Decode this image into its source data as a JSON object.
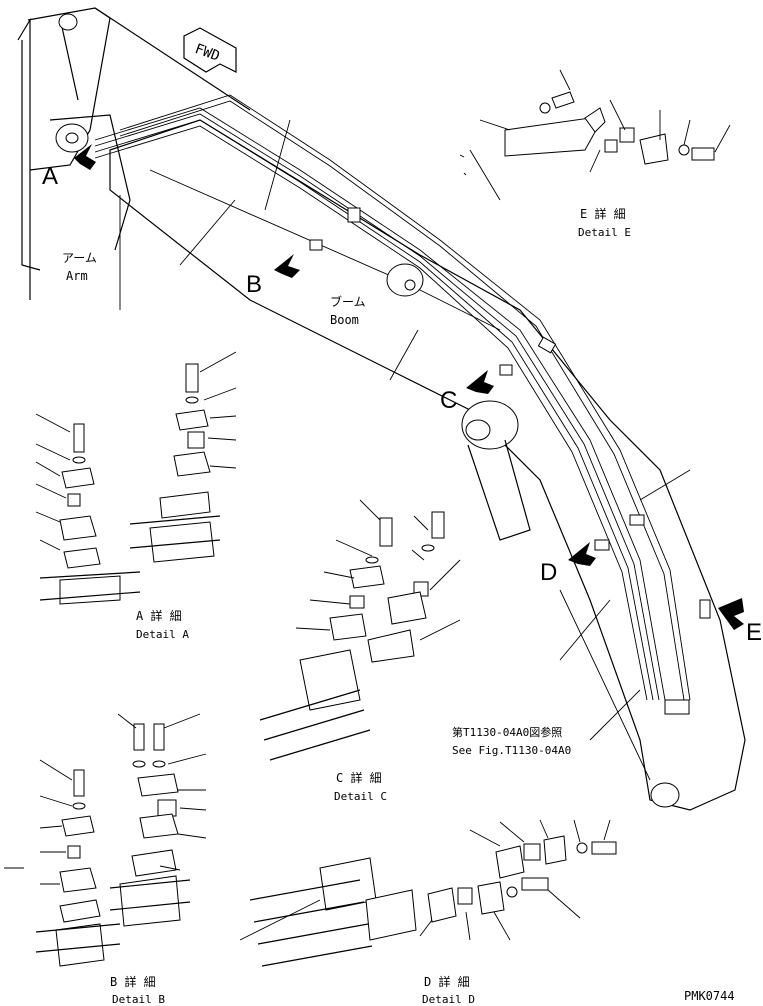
{
  "fwd": "FWD",
  "callouts": {
    "a": "A",
    "b": "B",
    "c": "C",
    "d": "D",
    "e": "E"
  },
  "arm": {
    "jp": "アーム",
    "en": "Arm"
  },
  "boom": {
    "jp": "ブーム",
    "en": "Boom"
  },
  "detail_a": {
    "jp": "A 詳 細",
    "en": "Detail A"
  },
  "detail_b": {
    "jp": "B 詳 細",
    "en": "Detail B"
  },
  "detail_c": {
    "jp": "C 詳 細",
    "en": "Detail C"
  },
  "detail_d": {
    "jp": "D 詳 細",
    "en": "Detail D"
  },
  "detail_e": {
    "jp": "E 詳 細",
    "en": "Detail E"
  },
  "ref": {
    "jp": "第T1130-04A0図参照",
    "en": "See Fig.T1130-04A0"
  },
  "code": "PMK0744"
}
